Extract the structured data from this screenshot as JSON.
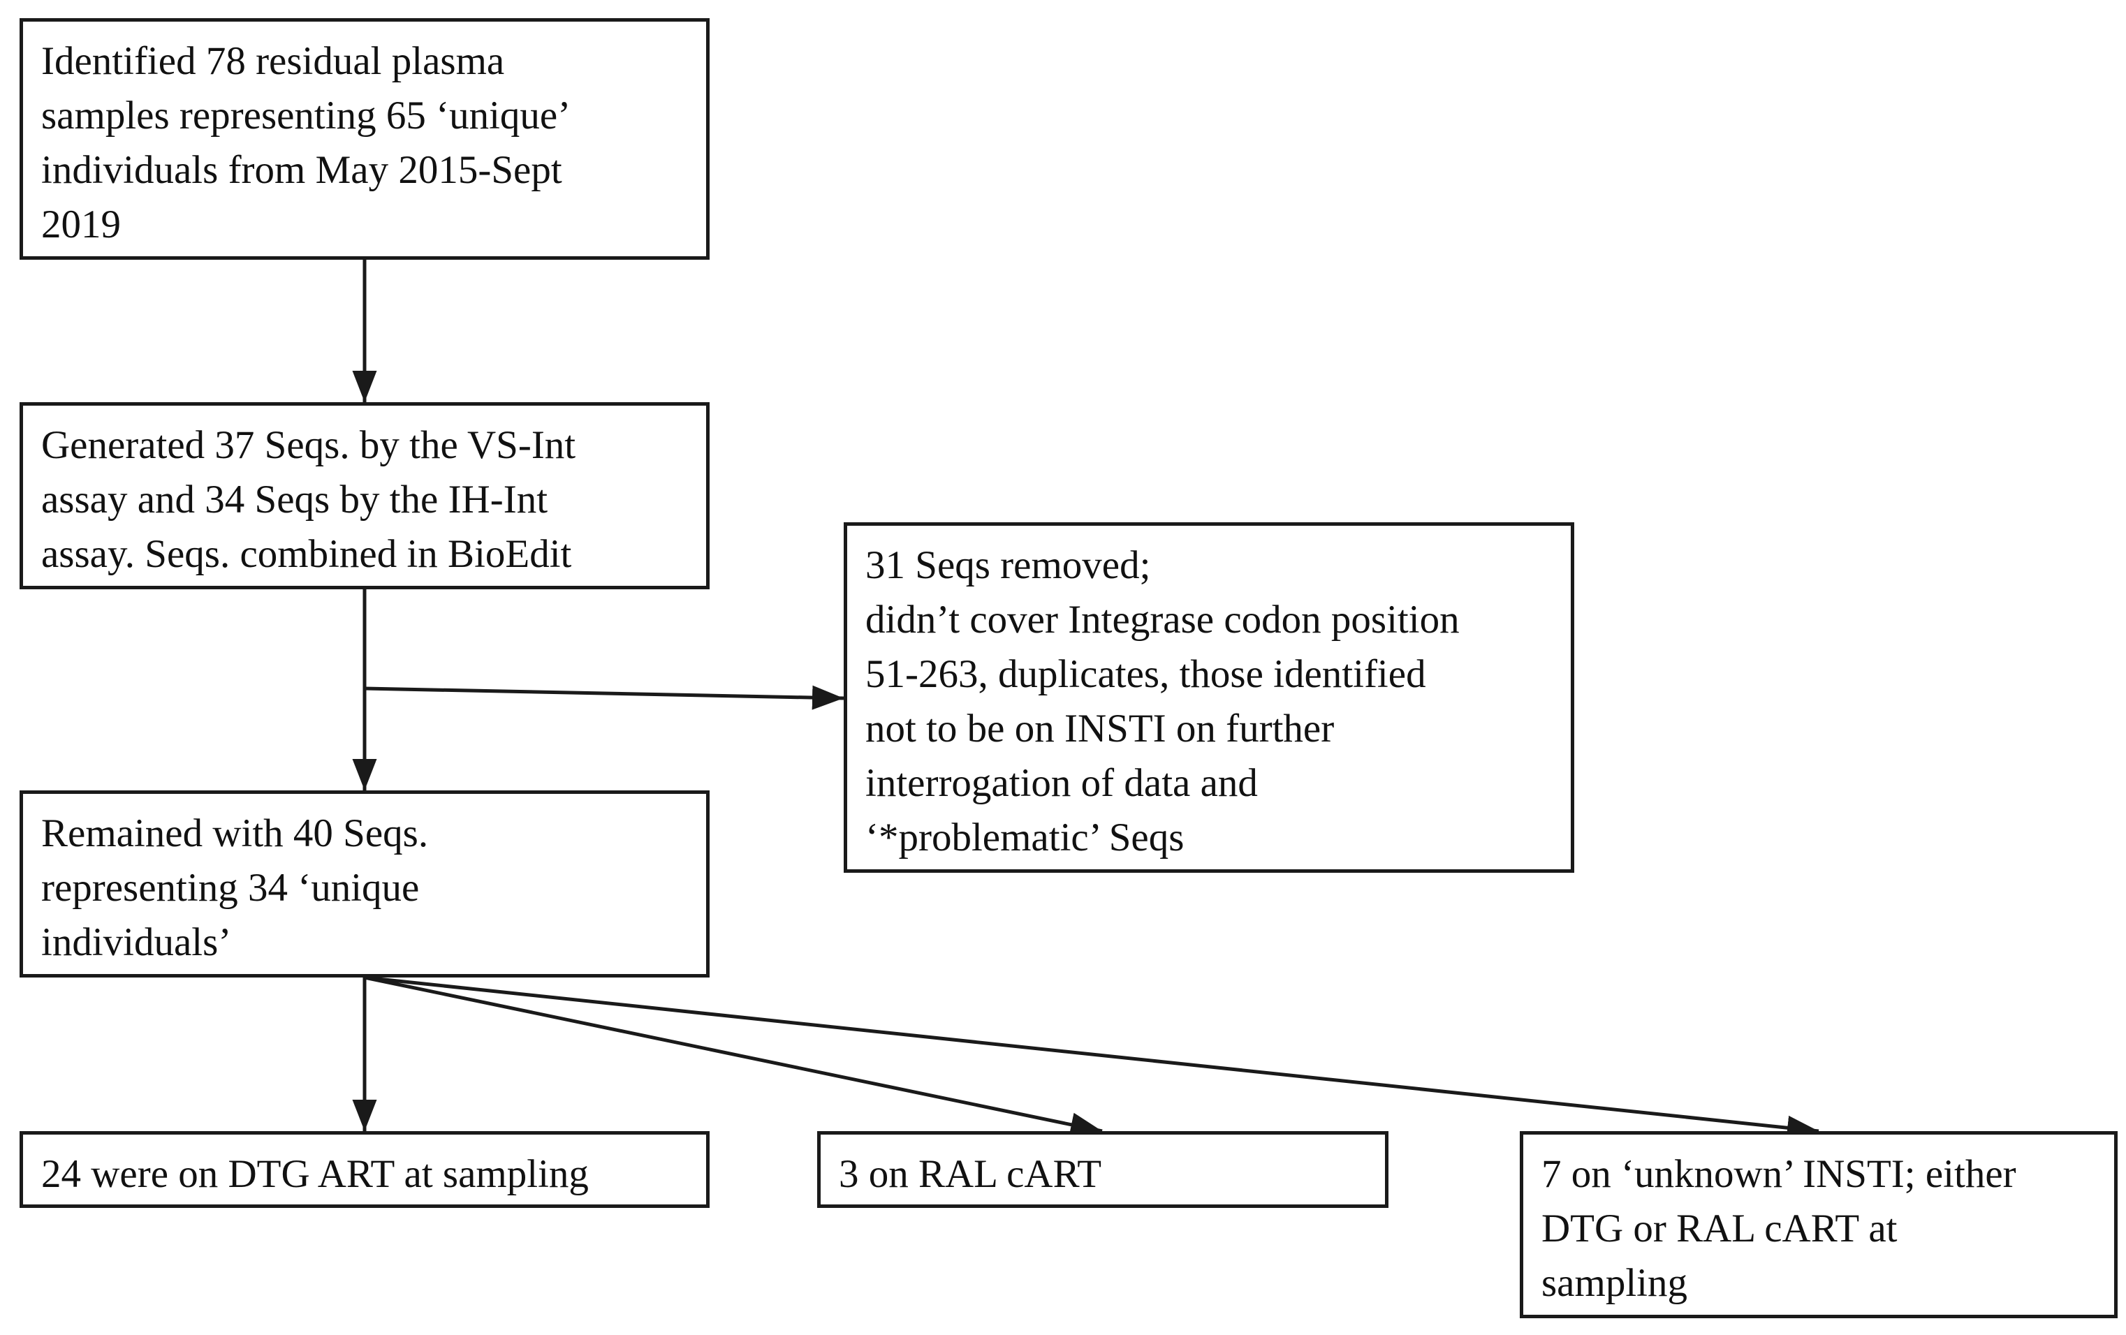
{
  "flowchart": {
    "nodes": [
      {
        "id": "box-1",
        "text": "Identified 78 residual plasma\nsamples representing 65 ‘unique’\nindividuals from May 2015-Sept\n2019"
      },
      {
        "id": "box-2",
        "text": "Generated 37 Seqs. by the VS-Int\nassay and 34 Seqs by the IH-Int\nassay. Seqs. combined in BioEdit"
      },
      {
        "id": "box-3",
        "text": "31 Seqs removed;\n didn’t cover Integrase codon position\n51-263, duplicates, those identified\nnot to be on INSTI on further\ninterrogation of data and\n‘*problematic’ Seqs"
      },
      {
        "id": "box-4",
        "text": "Remained with 40 Seqs.\nrepresenting 34 ‘unique\nindividuals’"
      },
      {
        "id": "box-5",
        "text": "24 were on DTG ART at sampling"
      },
      {
        "id": "box-6",
        "text": "3 on RAL cART"
      },
      {
        "id": "box-7",
        "text": "7 on ‘unknown’ INSTI; either\nDTG or RAL cART at\nsampling"
      }
    ],
    "edges": [
      {
        "from": "box-1",
        "to": "box-2"
      },
      {
        "from": "box-2",
        "to": "box-4"
      },
      {
        "from": "box-2",
        "to": "box-3"
      },
      {
        "from": "box-4",
        "to": "box-5"
      },
      {
        "from": "box-4",
        "to": "box-6"
      },
      {
        "from": "box-4",
        "to": "box-7"
      }
    ],
    "line_color": "#1a1a1a"
  }
}
